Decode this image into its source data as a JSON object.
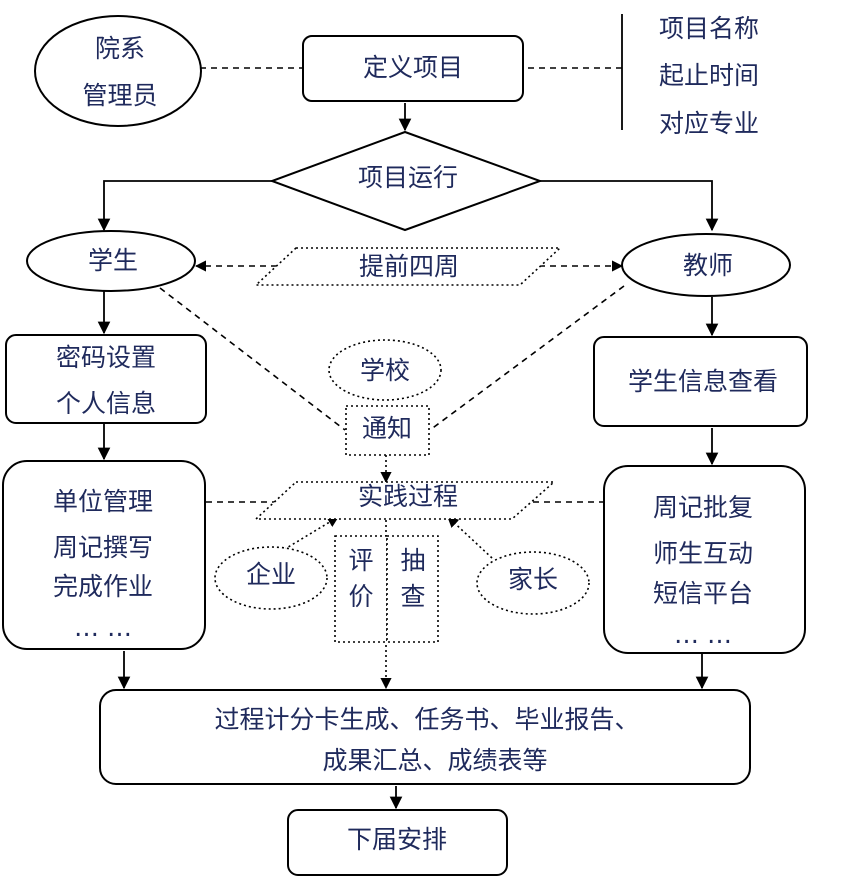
{
  "nodes": {
    "admin": [
      "院系",
      "管理员"
    ],
    "define": [
      "定义项目"
    ],
    "attributes": [
      "项目名称",
      "起止时间",
      "对应专业"
    ],
    "run": [
      "项目运行"
    ],
    "student": [
      "学生"
    ],
    "teacher": [
      "教师"
    ],
    "advance": [
      "提前四周"
    ],
    "password": [
      "密码设置",
      "个人信息"
    ],
    "view_info": [
      "学生信息查看"
    ],
    "school": [
      "学校"
    ],
    "notify": [
      "通知"
    ],
    "unit": [
      "单位管理",
      "周记撰写",
      "完成作业",
      "…  …"
    ],
    "practice": [
      "实践过程"
    ],
    "reply": [
      "周记批复",
      "师生互动",
      "短信平台",
      "…  …"
    ],
    "enterprise": [
      "企业"
    ],
    "evaluate": [
      "评",
      "价"
    ],
    "check": [
      "抽",
      "查"
    ],
    "parent": [
      "家长"
    ],
    "output": [
      "过程计分卡生成、任务书、毕业报告、",
      "成果汇总、成绩表等"
    ],
    "next": [
      "下届安排"
    ]
  }
}
